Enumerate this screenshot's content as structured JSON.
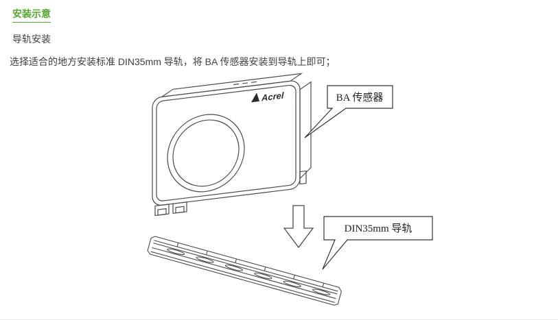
{
  "page": {
    "title": "安装示意",
    "section": "导轨安装",
    "instruction": "选择适合的地方安装标准 DIN35mm 导轨，将 BA 传感器安装到导轨上即可；"
  },
  "diagram": {
    "sensor_logo": "Acrel",
    "sensor_callout": "BA 传感器",
    "rail_callout": "DIN35mm 导轨"
  },
  "colors": {
    "heading_green": "#55a532",
    "line_color": "#4a4a4a"
  }
}
